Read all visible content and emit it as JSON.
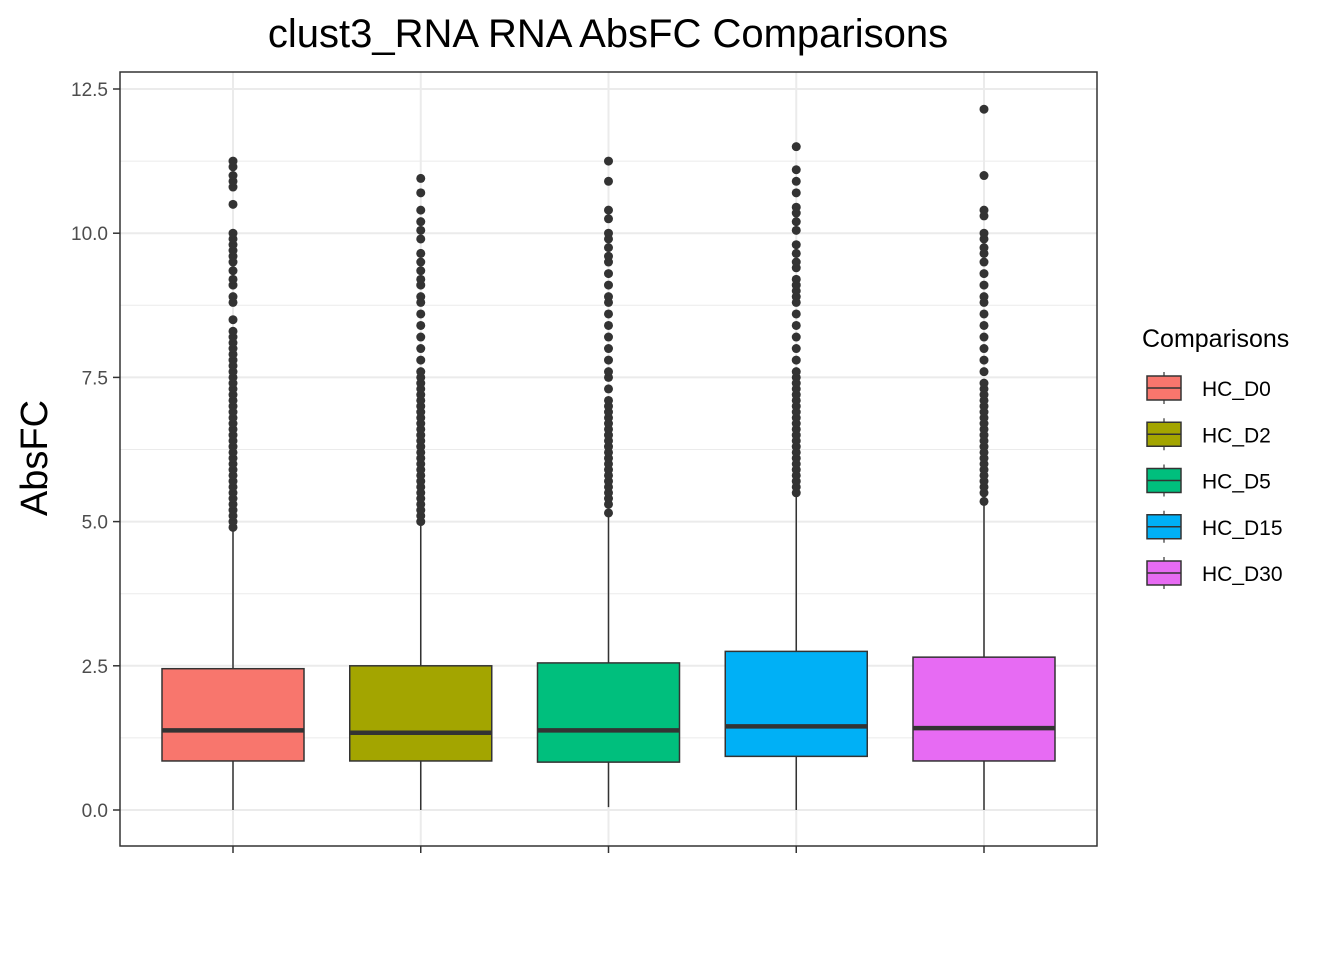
{
  "chart_data": {
    "type": "box",
    "title": "clust3_RNA RNA AbsFC Comparisons",
    "xlabel": "",
    "ylabel": "AbsFC",
    "ylim": [
      -0.6,
      12.8
    ],
    "yticks": [
      0.0,
      2.5,
      5.0,
      7.5,
      10.0,
      12.5
    ],
    "ytick_labels": [
      "0.0",
      "2.5",
      "5.0",
      "7.5",
      "10.0",
      "12.5"
    ],
    "grid": true,
    "legend": {
      "title": "Comparisons",
      "placement": "right"
    },
    "series": [
      {
        "name": "HC_D0",
        "color": "#F8766D",
        "min": 0.0,
        "q1": 0.85,
        "median": 1.38,
        "q3": 2.45,
        "whisker_high": 4.85,
        "outliers": [
          4.9,
          5.0,
          5.1,
          5.2,
          5.3,
          5.4,
          5.5,
          5.6,
          5.7,
          5.8,
          5.9,
          6.0,
          6.1,
          6.2,
          6.3,
          6.4,
          6.5,
          6.6,
          6.7,
          6.8,
          6.9,
          7.0,
          7.1,
          7.2,
          7.3,
          7.4,
          7.5,
          7.6,
          7.7,
          7.8,
          7.9,
          8.0,
          8.1,
          8.2,
          8.3,
          8.5,
          8.8,
          8.9,
          9.1,
          9.2,
          9.35,
          9.5,
          9.6,
          9.7,
          9.8,
          9.9,
          10.0,
          10.5,
          10.8,
          10.9,
          11.0,
          11.15,
          11.25
        ]
      },
      {
        "name": "HC_D2",
        "color": "#A3A500",
        "min": 0.0,
        "q1": 0.85,
        "median": 1.34,
        "q3": 2.5,
        "whisker_high": 4.95,
        "outliers": [
          5.0,
          5.1,
          5.2,
          5.3,
          5.4,
          5.5,
          5.6,
          5.7,
          5.8,
          5.9,
          6.0,
          6.1,
          6.2,
          6.3,
          6.4,
          6.5,
          6.6,
          6.7,
          6.8,
          6.9,
          7.0,
          7.1,
          7.2,
          7.3,
          7.4,
          7.5,
          7.6,
          7.8,
          8.0,
          8.2,
          8.4,
          8.6,
          8.8,
          8.9,
          9.1,
          9.2,
          9.35,
          9.5,
          9.65,
          9.9,
          10.05,
          10.2,
          10.4,
          10.7,
          10.95
        ]
      },
      {
        "name": "HC_D5",
        "color": "#00BF7D",
        "min": 0.05,
        "q1": 0.83,
        "median": 1.38,
        "q3": 2.55,
        "whisker_high": 5.1,
        "outliers": [
          5.15,
          5.3,
          5.4,
          5.5,
          5.6,
          5.7,
          5.8,
          5.9,
          6.0,
          6.1,
          6.2,
          6.3,
          6.4,
          6.5,
          6.6,
          6.7,
          6.8,
          6.9,
          7.0,
          7.1,
          7.3,
          7.5,
          7.6,
          7.8,
          8.0,
          8.2,
          8.4,
          8.6,
          8.8,
          8.9,
          9.1,
          9.3,
          9.5,
          9.6,
          9.75,
          9.9,
          10.0,
          10.25,
          10.4,
          10.9,
          11.25
        ]
      },
      {
        "name": "HC_D15",
        "color": "#00B0F6",
        "min": 0.0,
        "q1": 0.93,
        "median": 1.45,
        "q3": 2.75,
        "whisker_high": 5.45,
        "outliers": [
          5.5,
          5.6,
          5.7,
          5.8,
          5.9,
          6.0,
          6.1,
          6.2,
          6.3,
          6.4,
          6.5,
          6.6,
          6.7,
          6.8,
          6.9,
          7.0,
          7.1,
          7.2,
          7.3,
          7.4,
          7.5,
          7.6,
          7.8,
          8.0,
          8.2,
          8.4,
          8.6,
          8.8,
          8.9,
          9.0,
          9.1,
          9.2,
          9.4,
          9.5,
          9.65,
          9.8,
          10.05,
          10.2,
          10.35,
          10.45,
          10.7,
          10.9,
          11.1,
          11.5
        ]
      },
      {
        "name": "HC_D30",
        "color": "#E76BF3",
        "min": 0.0,
        "q1": 0.85,
        "median": 1.42,
        "q3": 2.65,
        "whisker_high": 5.3,
        "outliers": [
          5.35,
          5.5,
          5.6,
          5.7,
          5.8,
          5.9,
          6.0,
          6.1,
          6.2,
          6.3,
          6.4,
          6.5,
          6.6,
          6.7,
          6.8,
          6.9,
          7.0,
          7.1,
          7.2,
          7.3,
          7.4,
          7.6,
          7.8,
          8.0,
          8.2,
          8.4,
          8.6,
          8.8,
          8.9,
          9.1,
          9.3,
          9.5,
          9.65,
          9.75,
          9.9,
          10.0,
          10.3,
          10.4,
          11.0,
          12.15
        ]
      }
    ]
  }
}
